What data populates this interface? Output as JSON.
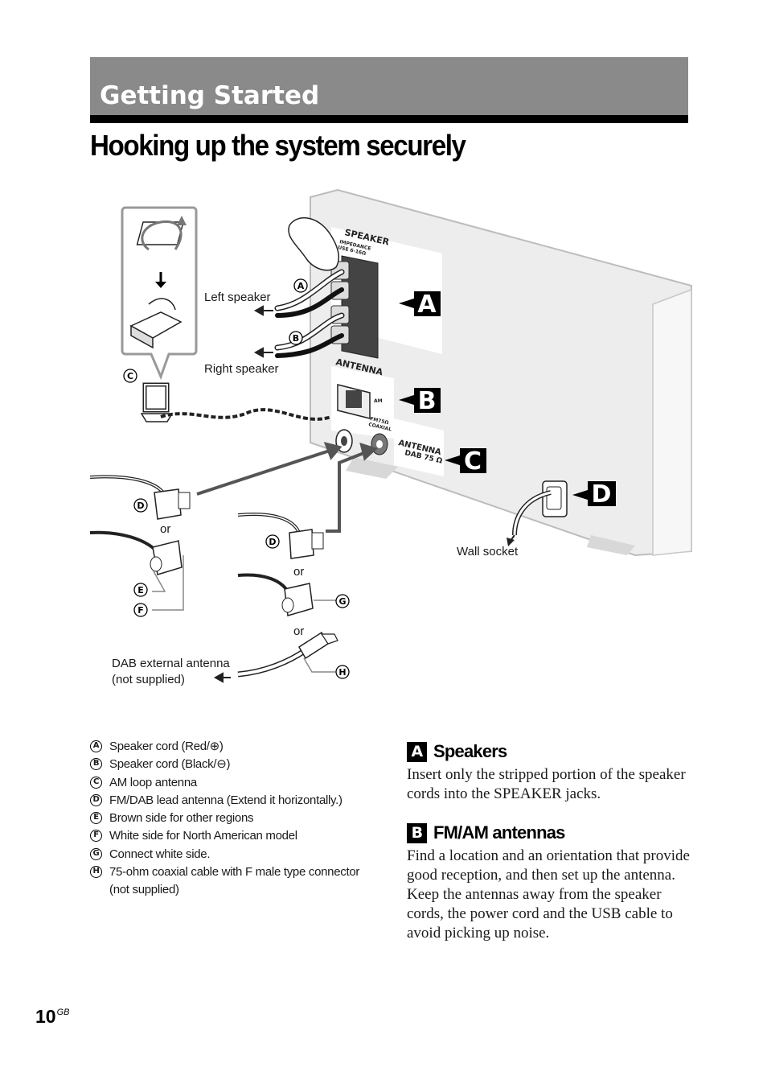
{
  "header": {
    "section_label": "Getting Started",
    "title": "Hooking up the system securely"
  },
  "diagram": {
    "labels": {
      "left_speaker": "Left speaker",
      "right_speaker": "Right speaker",
      "or": "or",
      "wall_socket": "Wall socket",
      "dab_external_line1": "DAB external antenna",
      "dab_external_line2": "(not supplied)"
    },
    "panel": {
      "speaker": "SPEAKER",
      "impedance": "IMPEDANCE",
      "use": "USE 6-16Ω",
      "antenna": "ANTENNA",
      "am": "AM",
      "fm": "FM75Ω",
      "coaxial": "COAXIAL",
      "antenna_dab": "ANTENNA",
      "dab": "DAB 75 Ω"
    },
    "callouts": {
      "a": "A",
      "b": "B",
      "c": "C",
      "d": "D",
      "e": "E",
      "f": "F",
      "g": "G",
      "h": "H"
    },
    "big_letters": {
      "a": "A",
      "b": "B",
      "c": "C",
      "d": "D"
    }
  },
  "legend": [
    {
      "mark": "A",
      "text": "Speaker cord (Red/⊕)"
    },
    {
      "mark": "B",
      "text": "Speaker cord (Black/⊖)"
    },
    {
      "mark": "C",
      "text": "AM loop antenna"
    },
    {
      "mark": "D",
      "text": "FM/DAB lead antenna (Extend it horizontally.)"
    },
    {
      "mark": "E",
      "text": "Brown side for other regions"
    },
    {
      "mark": "F",
      "text": "White side for North American model"
    },
    {
      "mark": "G",
      "text": "Connect white side."
    },
    {
      "mark": "H",
      "text": "75-ohm coaxial cable with F male type connector (not supplied)"
    }
  ],
  "sections": {
    "speakers": {
      "letter": "A",
      "heading": "Speakers",
      "body": "Insert only the stripped portion of the speaker cords into the SPEAKER jacks."
    },
    "fmam": {
      "letter": "B",
      "heading": "FM/AM antennas",
      "body1": "Find a location and an orientation that provide good reception, and then set up the antenna.",
      "body2": "Keep the antennas away from the speaker cords, the power cord and the USB cable to avoid picking up noise."
    }
  },
  "page": {
    "number": "10",
    "suffix": "GB"
  }
}
